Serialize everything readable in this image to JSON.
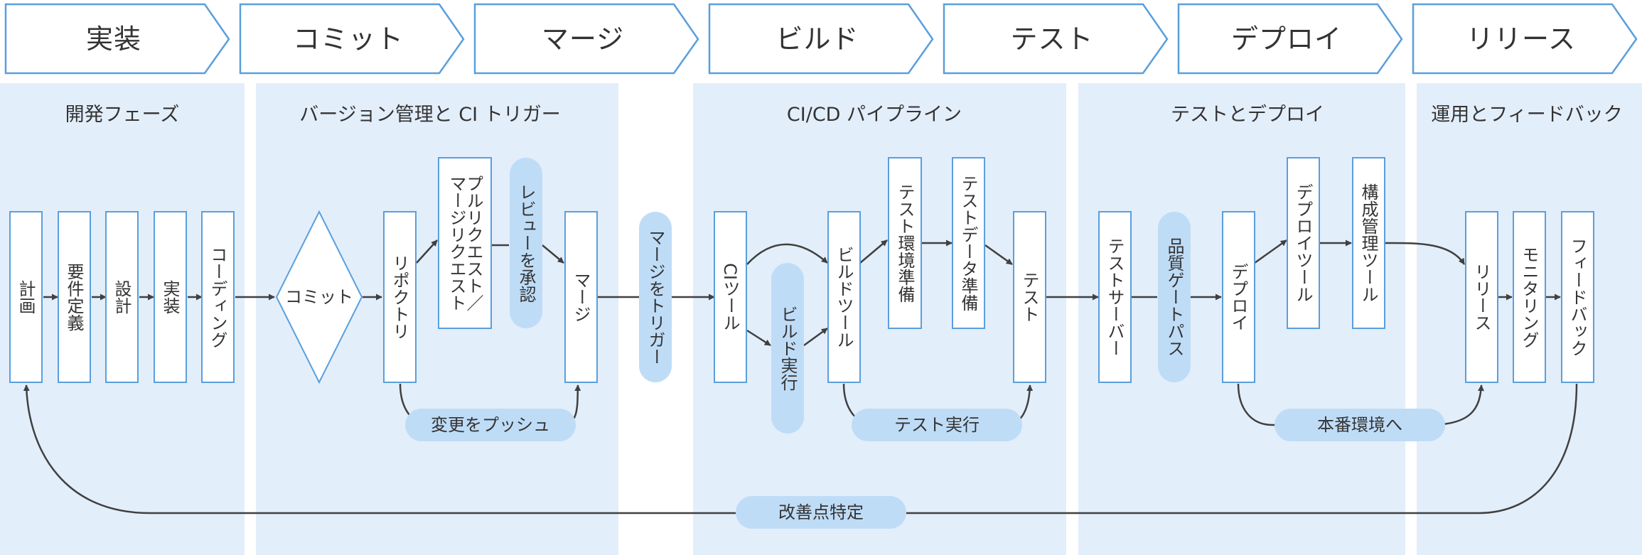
{
  "stages": [
    "実装",
    "コミット",
    "マージ",
    "ビルド",
    "テスト",
    "デプロイ",
    "リリース"
  ],
  "sections": [
    {
      "title": "開発フェーズ"
    },
    {
      "title": "バージョン管理と CI トリガー"
    },
    {
      "title": "CI/CD パイプライン"
    },
    {
      "title": "テストとデプロイ"
    },
    {
      "title": "運用とフィードバック"
    }
  ],
  "nodes": {
    "plan": "計画",
    "requirements": "要件定義",
    "design": "設計",
    "implementation": "実装",
    "coding": "コーディング",
    "commit": "コミット",
    "repository": "リポクトリ",
    "pull_request": [
      "プルリクエスト／",
      "マージリクエスト"
    ],
    "merge": "マージ",
    "ci_tool": "CIツール",
    "build_tool": "ビルドツール",
    "test_env_prep": "テスト環境準備",
    "test_data_prep": "テストデータ準備",
    "test": "テスト",
    "test_server": "テストサーバー",
    "deploy": "デプロイ",
    "deploy_tool": "デプロイツール",
    "config_tool": "構成管理ツール",
    "release": "リリース",
    "monitoring": "モニタリング",
    "feedback": "フィードバック"
  },
  "pills": {
    "approve_review": "レビューを承認",
    "push_changes": "変更をプッシュ",
    "trigger_merge": "マージをトリガー",
    "run_build": "ビルド実行",
    "run_tests": "テスト実行",
    "quality_gate": "品質ゲートパス",
    "to_production": "本番環境へ",
    "identify_improvements": "改善点特定"
  },
  "colors": {
    "section_bg": "#e3eefb",
    "node_border": "#5a9fdc",
    "pill_fill": "#bfdcf7",
    "arrow": "#404040",
    "text": "#333333"
  }
}
